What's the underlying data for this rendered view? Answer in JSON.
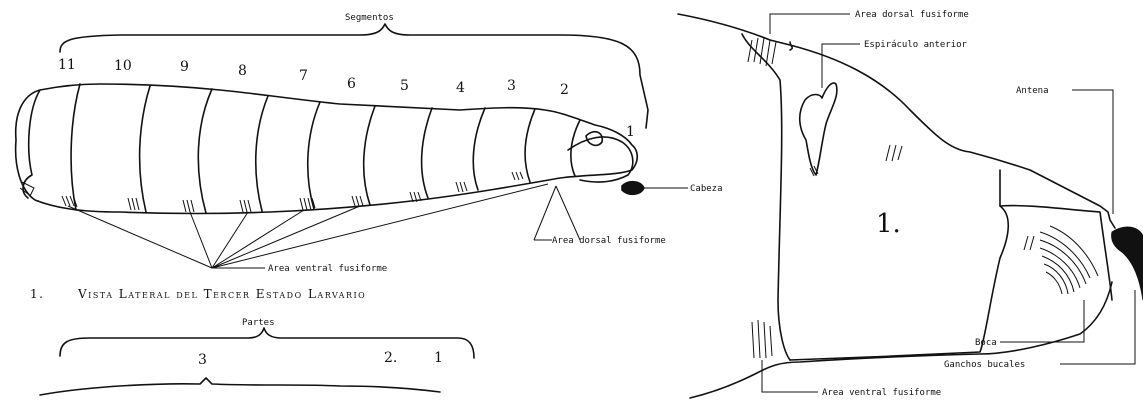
{
  "left_figure": {
    "segments_label": "Segmentos",
    "segment_numbers": [
      "11",
      "10",
      "9",
      "8",
      "7",
      "6",
      "5",
      "4",
      "3",
      "2",
      "1"
    ],
    "label_cabeza": "Cabeza",
    "label_area_dorsal": "Area dorsal fusiforme",
    "label_area_ventral": "Area ventral fusiforme",
    "caption_number": "1.",
    "caption_text": "Vista Lateral del Tercer Estado Larvario"
  },
  "bottom_figure": {
    "parts_label": "Partes",
    "part_numbers": [
      "3",
      "2.",
      "1"
    ]
  },
  "right_figure": {
    "label_area_dorsal": "Area dorsal fusiforme",
    "label_espiraculo": "Espiráculo anterior",
    "label_antena": "Antena",
    "label_boca": "Boca",
    "label_ganchos": "Ganchos bucales",
    "label_area_ventral": "Area ventral fusiforme",
    "figure_number": "1."
  }
}
